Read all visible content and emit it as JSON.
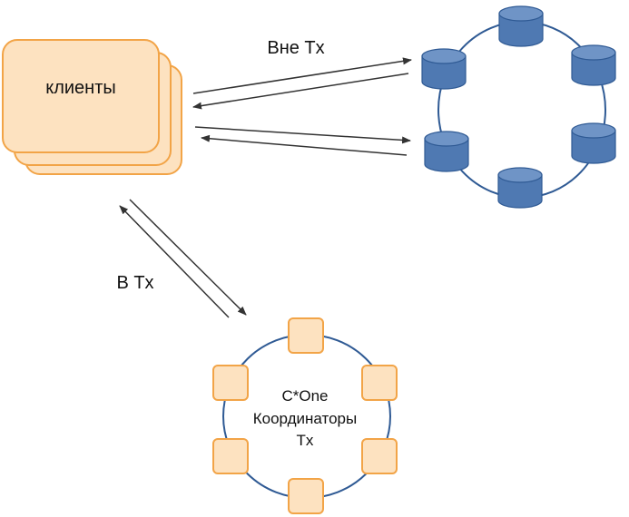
{
  "labels": {
    "clients": "клиенты",
    "outside_tx": "Вне Tx",
    "inside_tx": "В Tx",
    "coordinators_line1": "C*One",
    "coordinators_line2": "Координаторы",
    "coordinators_line3": "Tx"
  },
  "colors": {
    "client_fill": "#fde2c0",
    "client_stroke": "#f2a447",
    "ring_stroke": "#2f5a94",
    "db_fill": "#4f79b2",
    "db_top": "#6f94c6",
    "db_stroke": "#2f5a94",
    "coord_fill": "#fde2c0",
    "coord_stroke": "#f2a447",
    "arrow": "#333333"
  },
  "icons": {
    "database": "database-cylinder-icon",
    "coordinator": "coordinator-node-square"
  }
}
